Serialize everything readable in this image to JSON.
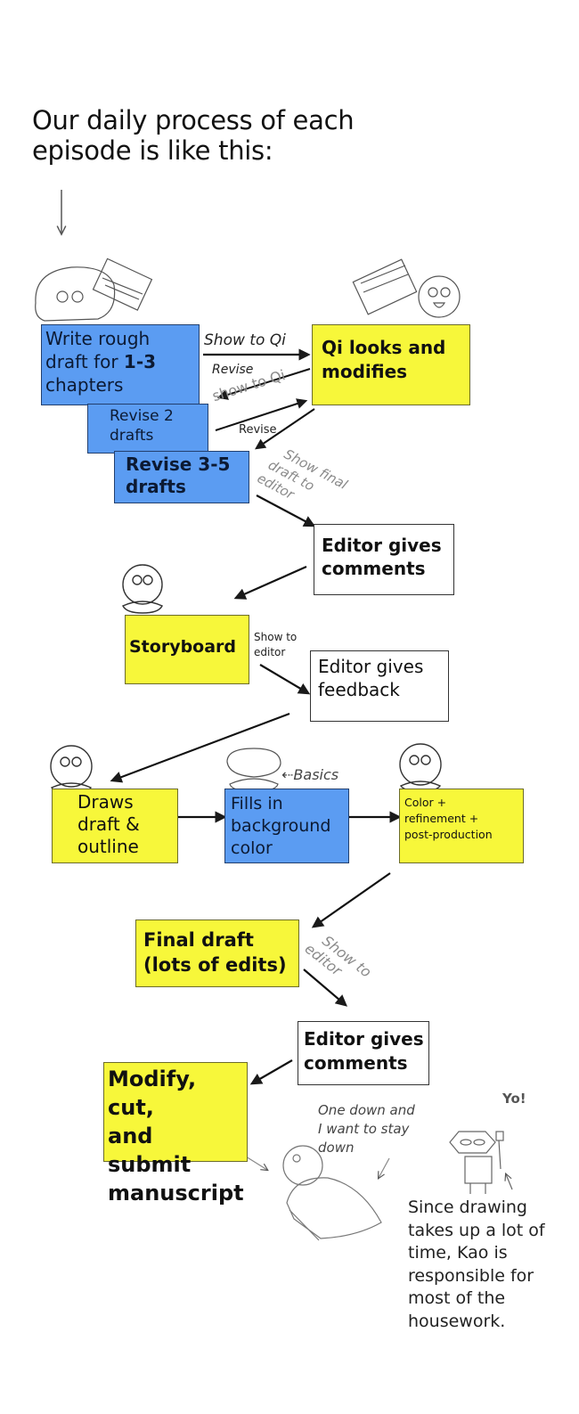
{
  "title": {
    "line1": "Our daily process of each",
    "line2": "episode is like this:"
  },
  "steps": {
    "write_rough": {
      "pre": "Write rough",
      "mid": "draft for ",
      "bold": "1-3",
      "post": "chapters"
    },
    "revise_2": {
      "line1": "Revise 2",
      "line2": "drafts"
    },
    "revise_3_5": {
      "line1": "Revise 3-5",
      "line2": "drafts"
    },
    "qi_looks": {
      "line1": "Qi looks and",
      "line2": "modifies"
    },
    "editor_comments_1": {
      "line1": "Editor gives",
      "line2": "comments"
    },
    "storyboard": {
      "text": "Storyboard"
    },
    "editor_feedback": {
      "line1": "Editor gives",
      "line2": "feedback"
    },
    "draws_draft": {
      "line1": "Draws",
      "line2": "draft &",
      "line3": "outline"
    },
    "fills_bg": {
      "line1": "Fills in",
      "line2": "background",
      "line3": "color"
    },
    "color_refine": {
      "line1": "Color +",
      "line2": "refinement +",
      "line3": "post-production"
    },
    "final_draft": {
      "line1": "Final draft",
      "line2": "(lots of edits)"
    },
    "editor_comments_2": {
      "line1": "Editor gives",
      "line2": "comments"
    },
    "modify_submit": {
      "line1": "Modify, cut,",
      "line2": "and submit",
      "line3": "manuscript"
    }
  },
  "labels": {
    "show_to_qi_1": "Show to Qi",
    "revise_1": "Revise",
    "show_to_qi_2": "show to Qi",
    "revise_2": "Revise",
    "show_final": {
      "line1": "Show final",
      "line2": "draft to",
      "line3": "editor"
    },
    "show_to_editor_1": {
      "line1": "Show to",
      "line2": "editor"
    },
    "basics": "Basics",
    "show_to_editor_2": {
      "line1": "Show to",
      "line2": "editor"
    }
  },
  "captions": {
    "one_down": {
      "line1": "One down and",
      "line2": "I want to stay",
      "line3": "down"
    },
    "yo": "Yo!",
    "housework_note": [
      "Since drawing",
      "takes up a lot of",
      "time, Kao is",
      "responsible for",
      "most of the",
      "housework."
    ]
  },
  "colors": {
    "blue_box": "#5b9cf2",
    "yellow_box": "#f7f73a",
    "white_box": "#ffffff"
  }
}
